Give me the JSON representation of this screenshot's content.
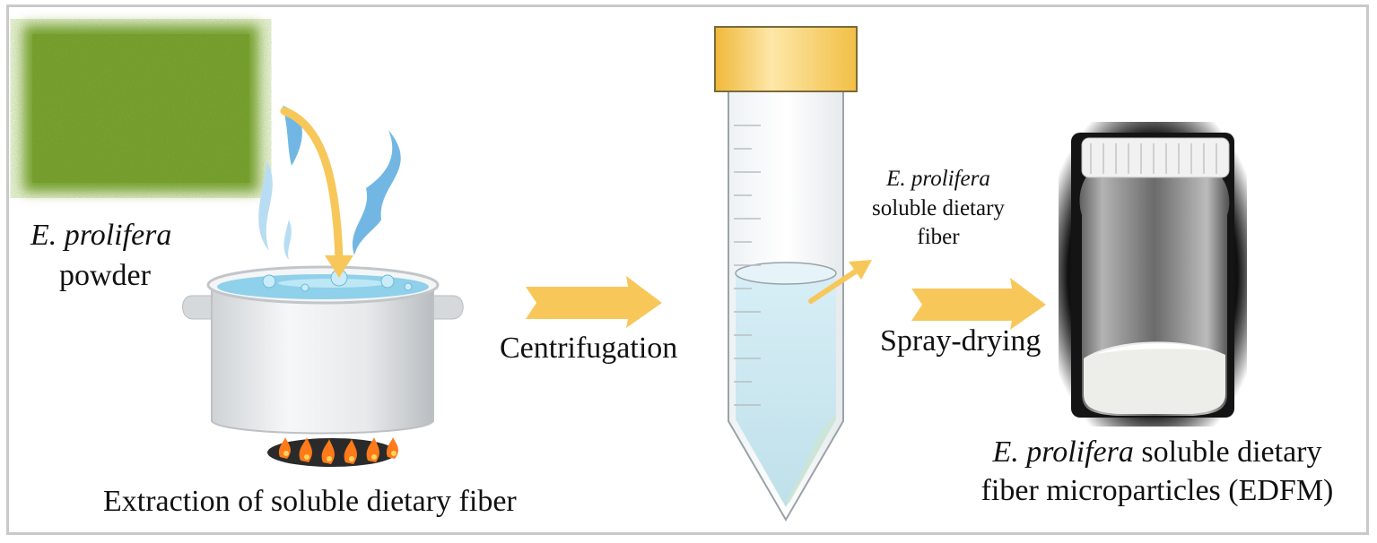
{
  "powder_label": {
    "species": "E. prolifera",
    "word": "powder"
  },
  "step1_label": "Extraction of soluble dietary fiber",
  "step2_label": "Centrifugation",
  "supernatant_label": {
    "species": "E. prolifera",
    "line2": "soluble dietary",
    "line3": "fiber"
  },
  "step3_label": "Spray-drying",
  "product_label": {
    "species": "E. prolifera",
    "line1_rest": " soluble dietary",
    "line2": "fiber microparticles (EDFM)"
  },
  "colors": {
    "arrow": "#f8c75a",
    "steam": "#72b7e3",
    "water": "#8fd0ea",
    "tube_cap": "#f5c84c",
    "algae": "#6f9a2a",
    "flame": "#ff7a1a",
    "frame": "#c9c9c9"
  },
  "icons": [
    "algae-powder-image",
    "cooking-pot-icon",
    "flame-burner-icon",
    "centrifuge-tube-icon",
    "jar-icon",
    "steam-icon"
  ]
}
